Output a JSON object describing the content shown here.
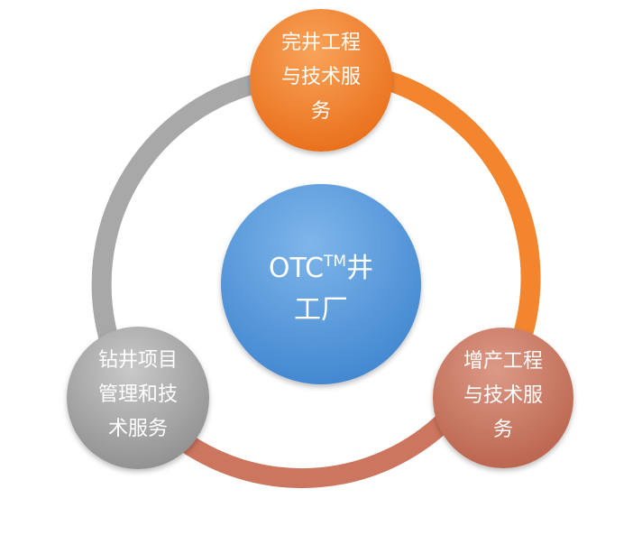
{
  "center": {
    "line1_prefix": "OTC",
    "line1_sup": "TM",
    "line1_suffix": "井",
    "line2": "工厂",
    "color": "#4f93d8"
  },
  "nodes": [
    {
      "id": "top",
      "lines": [
        "完井工程",
        "与技术服",
        "务"
      ],
      "color": "#f07a26"
    },
    {
      "id": "bottom-right",
      "lines": [
        "增产工程",
        "与技术服",
        "务"
      ],
      "color": "#c7705b"
    },
    {
      "id": "bottom-left",
      "lines": [
        "钻井项目",
        "管理和技",
        "术服务"
      ],
      "color": "#9c9c9c"
    }
  ],
  "ring": {
    "colors": {
      "orange": "#f3852f",
      "salmon": "#cc755f",
      "gray": "#a8a8a8"
    }
  }
}
